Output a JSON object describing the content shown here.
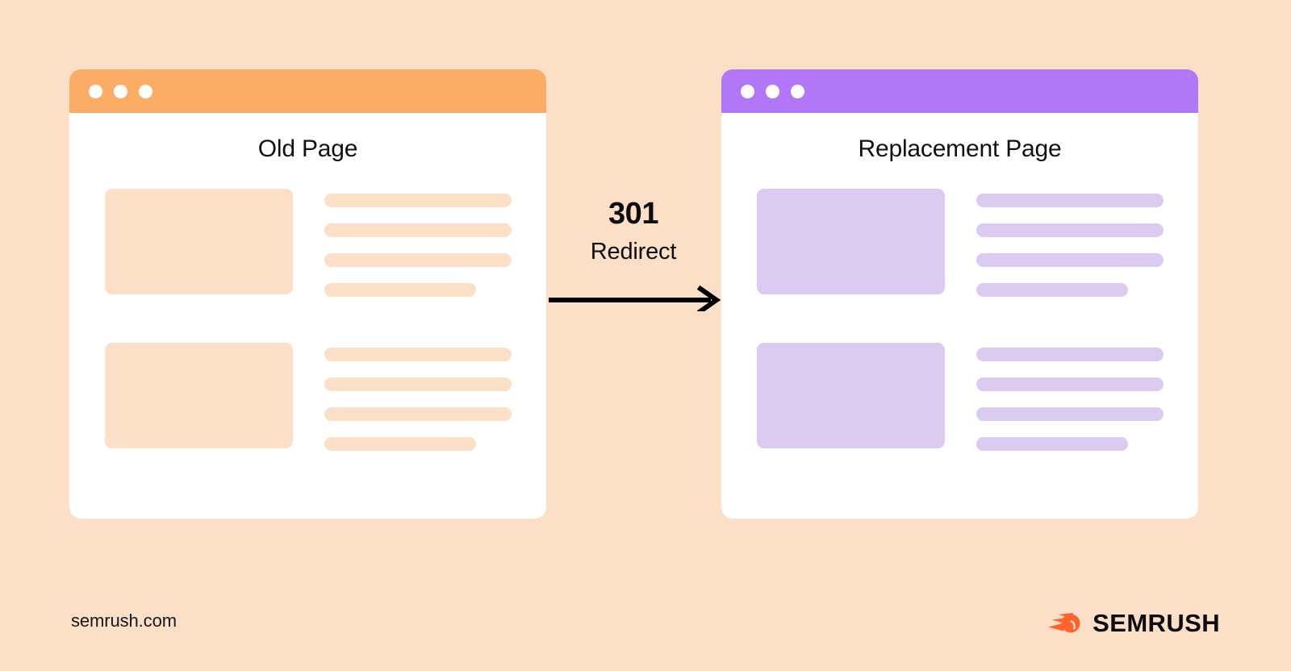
{
  "diagram": {
    "title": "301 Redirect",
    "background_color": "#FBE0C7"
  },
  "old_window": {
    "name": "old-page-window",
    "page_title": "Old Page",
    "titlebar_color": "#FBAD66",
    "accent_color": "#FBE0C7",
    "dots": [
      "dot-1",
      "dot-2",
      "dot-3"
    ],
    "blocks": [
      {
        "thumbnail": "image-placeholder",
        "lines": [
          "line-1",
          "line-2",
          "line-3",
          "line-4-short"
        ]
      },
      {
        "thumbnail": "image-placeholder",
        "lines": [
          "line-1",
          "line-2",
          "line-3",
          "line-4-short"
        ]
      }
    ]
  },
  "new_window": {
    "name": "replacement-page-window",
    "page_title": "Replacement Page",
    "titlebar_color": "#B177F7",
    "accent_color": "#DCCBF0",
    "dots": [
      "dot-1",
      "dot-2",
      "dot-3"
    ],
    "blocks": [
      {
        "thumbnail": "image-placeholder",
        "lines": [
          "line-1",
          "line-2",
          "line-3",
          "line-4-short"
        ]
      },
      {
        "thumbnail": "image-placeholder",
        "lines": [
          "line-1",
          "line-2",
          "line-3",
          "line-4-short"
        ]
      }
    ]
  },
  "redirect": {
    "code": "301",
    "label": "Redirect",
    "arrow_icon": "arrow-right-icon",
    "arrow_color": "#000000"
  },
  "footer": {
    "url": "semrush.com",
    "brand_name": "SEMRUSH",
    "brand_icon": "semrush-comet-icon",
    "brand_icon_color": "#FF642D"
  }
}
